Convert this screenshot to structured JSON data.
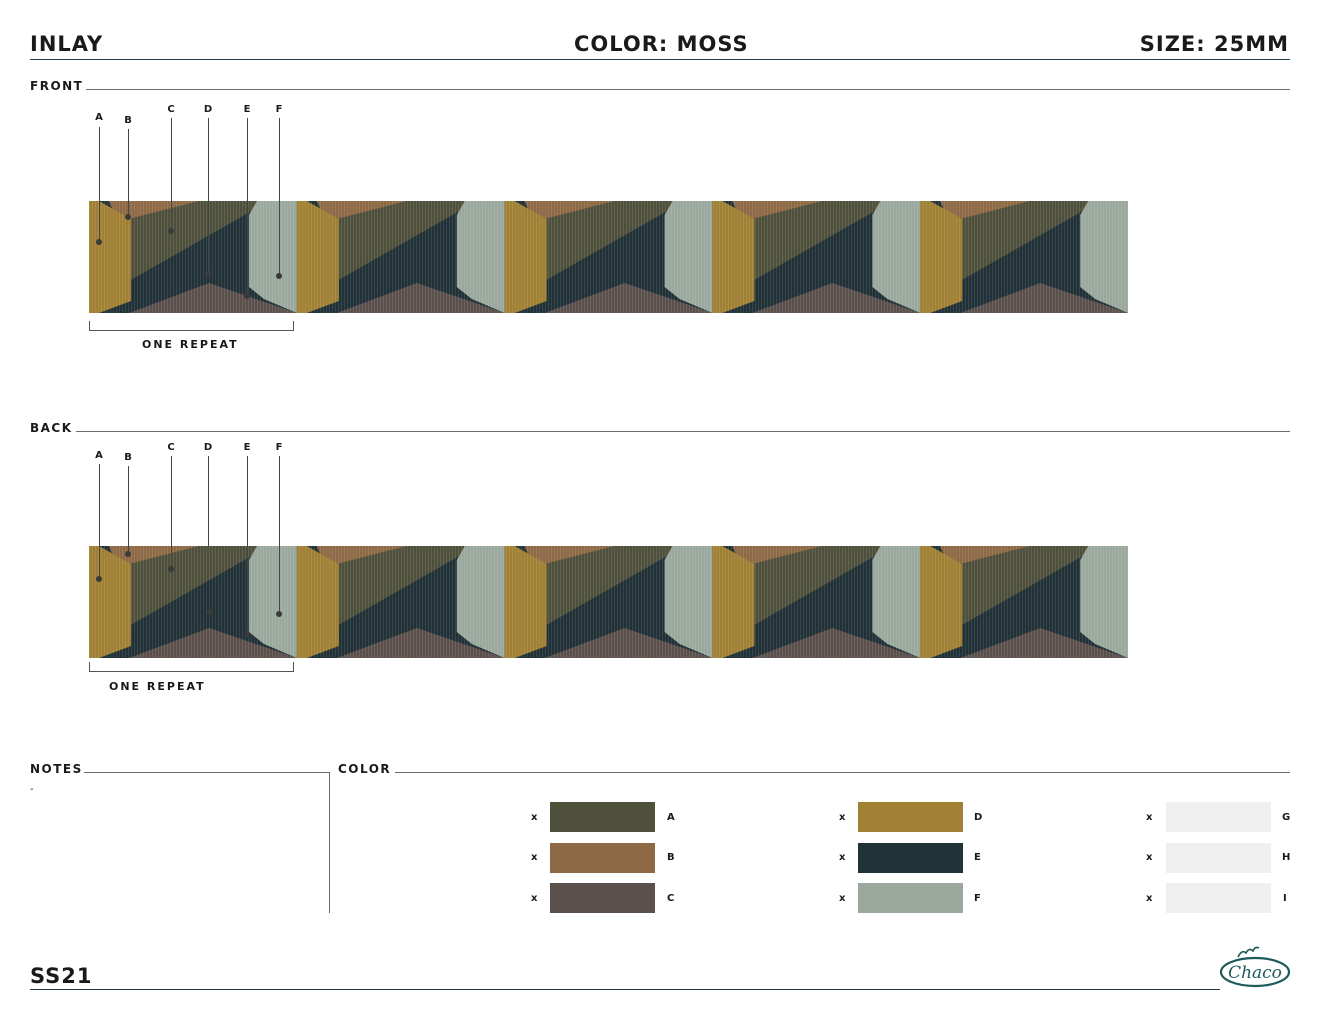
{
  "header": {
    "left": "INLAY",
    "center": "COLOR: MOSS",
    "right": "SIZE: 25MM"
  },
  "front": {
    "title": "FRONT",
    "markers": [
      "A",
      "B",
      "C",
      "D",
      "E",
      "F"
    ],
    "repeat_label": "ONE REPEAT"
  },
  "back": {
    "title": "BACK",
    "markers": [
      "A",
      "B",
      "C",
      "D",
      "E",
      "F"
    ],
    "repeat_label": "ONE REPEAT"
  },
  "notes": {
    "title": "NOTES",
    "text": "-"
  },
  "color_section": {
    "title": "COLOR",
    "swatches": [
      {
        "x": "x",
        "letter": "A",
        "color": "#4f503c"
      },
      {
        "x": "x",
        "letter": "B",
        "color": "#8d6a45"
      },
      {
        "x": "x",
        "letter": "C",
        "color": "#5c504d"
      },
      {
        "x": "x",
        "letter": "D",
        "color": "#a08033"
      },
      {
        "x": "x",
        "letter": "E",
        "color": "#213138"
      },
      {
        "x": "x",
        "letter": "F",
        "color": "#9aa89d"
      },
      {
        "x": "x",
        "letter": "G",
        "color": "#efefef"
      },
      {
        "x": "x",
        "letter": "H",
        "color": "#efefef"
      },
      {
        "x": "x",
        "letter": "I",
        "color": "#efefef"
      }
    ]
  },
  "footer": {
    "season": "SS21",
    "brand": "Chaco"
  }
}
